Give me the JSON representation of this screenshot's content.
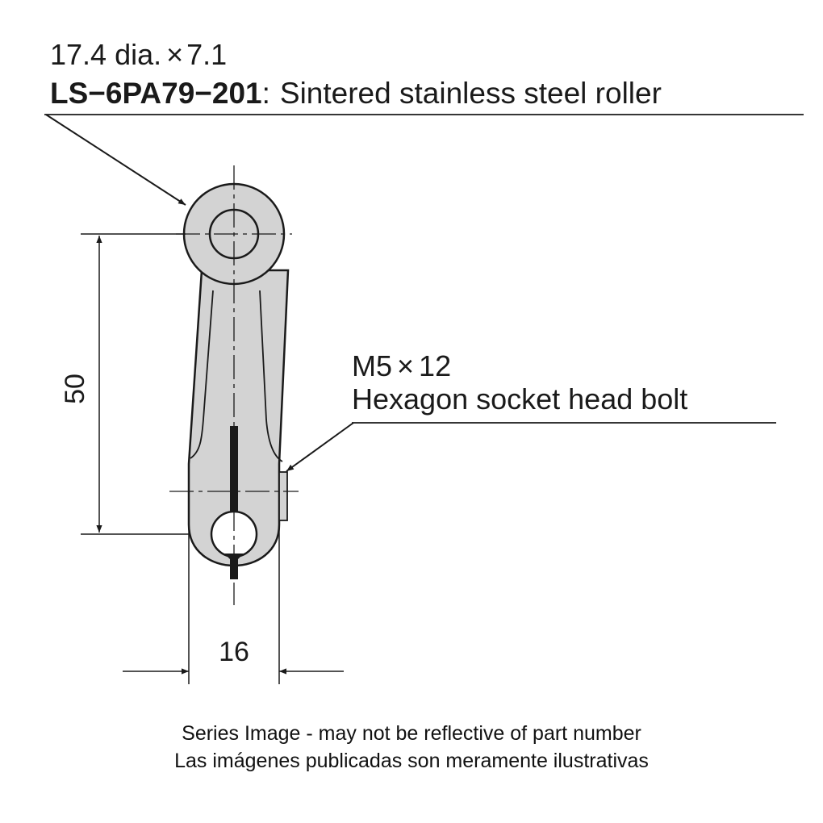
{
  "roller": {
    "size": "17.4 dia.",
    "times": "×",
    "width": "7.1",
    "part_number": "LS−6PA79−201",
    "separator": ":",
    "description": "Sintered stainless steel roller"
  },
  "bolt": {
    "size": "M5",
    "times": "×",
    "length": "12",
    "description": "Hexagon socket head bolt"
  },
  "dimensions": {
    "height": "50",
    "width": "16"
  },
  "captions": {
    "line1": "Series Image - may not be reflective of part number",
    "line2": "Las imágenes publicadas son meramente ilustrativas"
  },
  "colors": {
    "part_fill": "#d3d3d3",
    "line": "#1a1a1a",
    "background": "#ffffff"
  }
}
